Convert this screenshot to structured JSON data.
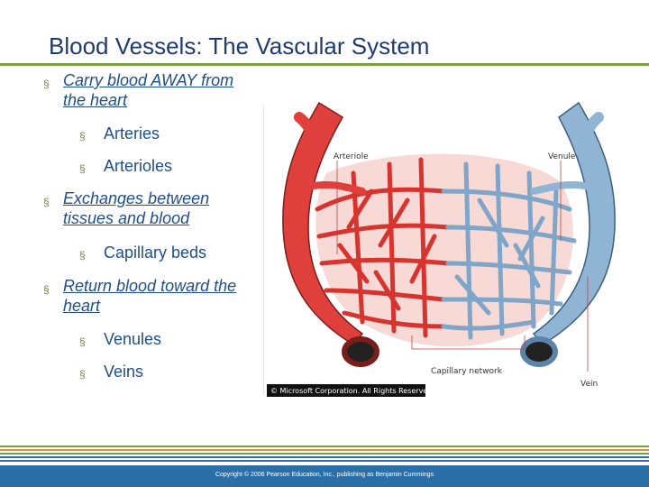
{
  "title": "Blood Vessels: The Vascular System",
  "bullets": {
    "away": "Carry blood AWAY from the heart",
    "arteries": "Arteries",
    "arterioles": "Arterioles",
    "exchange": "Exchanges between tissues and blood",
    "capillary_beds": "Capillary beds",
    "return": "Return blood toward the heart",
    "venules": "Venules",
    "veins": "Veins",
    "marker": "§"
  },
  "figure": {
    "label_arteriole": "Arteriole",
    "label_venule": "Venule",
    "label_capillary": "Capillary network",
    "label_vein": "Vein",
    "credit": "© Microsoft Corporation. All Rights Reserved.",
    "colors": {
      "artery": "#e0403c",
      "vein": "#8fb4d4",
      "outline": "#7a1e1c"
    }
  },
  "footer": {
    "copyright": "Copyright © 2006 Pearson Education, Inc., publishing as Benjamin Cummings",
    "colors": {
      "bar": "#2a6fa8",
      "green": "#7aa23c",
      "orange": "#e0923a"
    }
  }
}
